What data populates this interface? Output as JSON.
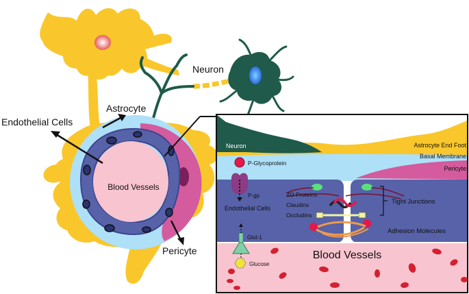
{
  "labels": {
    "endothelial_cells": "Endothelial Cells",
    "astrocyte": "Astrocyte",
    "neuron": "Neuron",
    "blood_vessels": "Blood Vessels",
    "pericyte": "Pericyte"
  },
  "inset": {
    "neuron": "Neuron",
    "astrocyte_end_foot": "Astrocyte End Foot",
    "basal_membrane": "Basal Membrane",
    "pericyte": "Pericyte",
    "p_glycoprotein": "P-Glycoprotein",
    "p_gp": "P-gp",
    "endothelial_cells": "Endothelial Cells",
    "zo_proteins": "ZO Proteins",
    "claudins": "Claudins",
    "occludins": "Occludins",
    "tight_junctions": "Tight Junctions",
    "adhesion_molecules": "Adhesion Molecules",
    "glut1": "Glut-1",
    "glucose": "Glucose",
    "blood_vessels": "Blood Vessels"
  },
  "colors": {
    "astrocyte": "#f9c72b",
    "astrocyte_light": "#fde58a",
    "neuron": "#1f5a4a",
    "endothelial": "#5762a8",
    "endothelial_dark": "#3a4590",
    "pericyte": "#d45b9d",
    "basal_membrane": "#aee0f7",
    "lumen": "#f8c4cf",
    "rbc": "#d42030",
    "tight_junction_green": "#5be07a",
    "adhesion_red": "#e6174a",
    "adhesion_orange": "#f29a4a",
    "occludin_yellow": "#f2f5a0",
    "pgp": "#8c3b84",
    "glut": "#7fcfa8",
    "glucose": "#f2e33a"
  }
}
